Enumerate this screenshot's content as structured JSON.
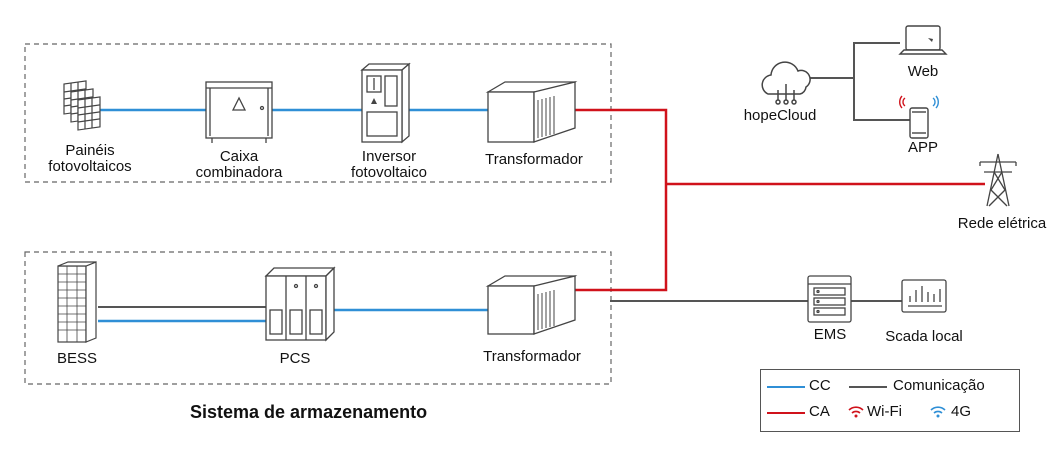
{
  "pv_group": {
    "panels_label": "Painéis\nfotovoltaicos",
    "combiner_label": "Caixa\ncombinadora",
    "inverter_label": "Inversor\nfotovoltaico",
    "transformer_label": "Transformador"
  },
  "storage_group": {
    "bess_label": "BESS",
    "pcs_label": "PCS",
    "transformer_label": "Transformador",
    "title": "Sistema de armazenamento"
  },
  "cloud": {
    "hopecloud_label": "hopeCloud",
    "web_label": "Web",
    "app_label": "APP"
  },
  "grid": {
    "label": "Rede elétrica"
  },
  "control": {
    "ems_label": "EMS",
    "scada_label": "Scada local"
  },
  "legend": {
    "dc_label": "CC",
    "comm_label": "Comunicação",
    "ac_label": "CA",
    "wifi_label": "Wi-Fi",
    "fourg_label": "4G"
  },
  "colors": {
    "dc_line": "#2f8fd6",
    "ac_line": "#d0121b",
    "comm_line": "#555555",
    "wifi_icon": "#d0121b",
    "fourg_icon": "#2f8fd6"
  }
}
